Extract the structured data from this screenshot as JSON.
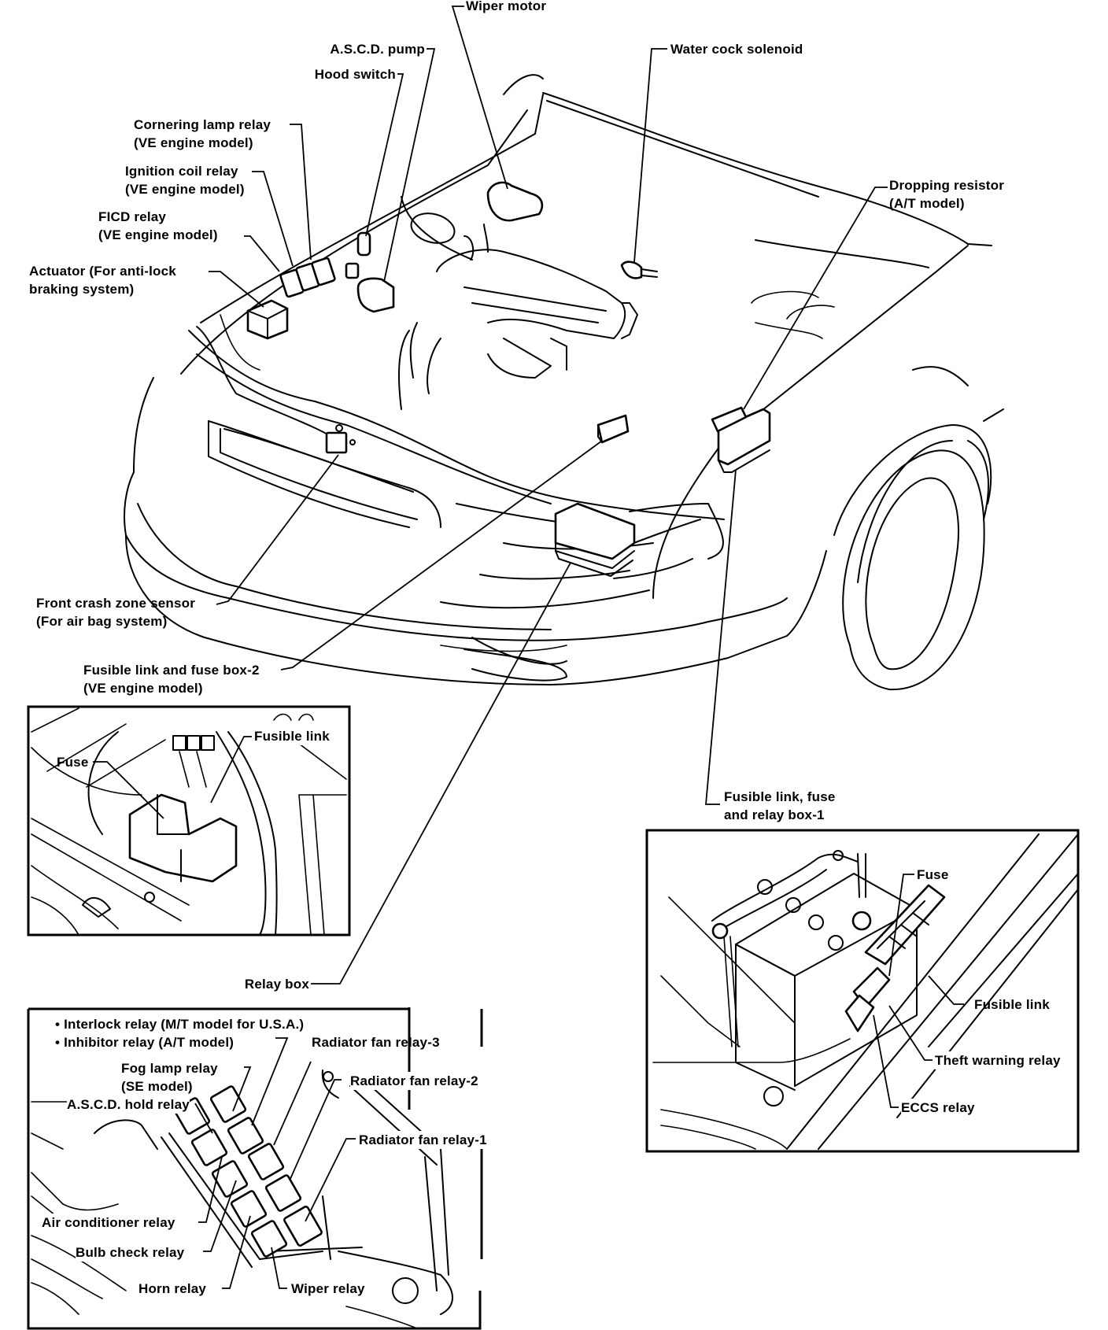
{
  "figure": {
    "subject": "Engine compartment component locations",
    "main_labels": {
      "wiper_motor": "Wiper motor",
      "ascd_pump": "A.S.C.D. pump",
      "hood_switch": "Hood switch",
      "water_cock_solenoid": "Water cock solenoid",
      "cornering_lamp_relay": [
        "Cornering lamp relay",
        "(VE engine model)"
      ],
      "ignition_coil_relay": [
        "Ignition coil relay",
        "(VE engine model)"
      ],
      "ficd_relay": [
        "FICD relay",
        "(VE engine model)"
      ],
      "actuator": [
        "Actuator (For anti-lock",
        "braking system)"
      ],
      "dropping_resistor": [
        "Dropping resistor",
        "(A/T model)"
      ],
      "front_crash_zone_sensor": [
        "Front crash zone sensor",
        "(For air bag system)"
      ],
      "fusible_link_fuse_box_2": [
        "Fusible link and fuse box-2",
        "(VE engine model)"
      ],
      "fusible_link_fuse_relay_box_1": [
        "Fusible link, fuse",
        "and relay box-1"
      ],
      "relay_box": "Relay box"
    },
    "inset_box_2": {
      "labels": {
        "fuse": "Fuse",
        "fusible_link": "Fusible link"
      }
    },
    "inset_box_1": {
      "labels": {
        "fuse": "Fuse",
        "fusible_link": "Fusible link",
        "theft_warning_relay": "Theft warning relay",
        "eccs_relay": "ECCS relay"
      }
    },
    "inset_relay_box": {
      "bullets": [
        "• Interlock relay (M/T model for U.S.A.)",
        "• Inhibitor relay (A/T model)"
      ],
      "labels": {
        "radiator_fan_relay_3": "Radiator fan relay-3",
        "radiator_fan_relay_2": "Radiator fan relay-2",
        "radiator_fan_relay_1": "Radiator fan relay-1",
        "fog_lamp_relay": [
          "Fog lamp relay",
          "(SE model)"
        ],
        "ascd_hold_relay": "A.S.C.D. hold relay",
        "air_conditioner_relay": "Air conditioner relay",
        "bulb_check_relay": "Bulb check relay",
        "horn_relay": "Horn relay",
        "wiper_relay": "Wiper relay"
      }
    }
  }
}
